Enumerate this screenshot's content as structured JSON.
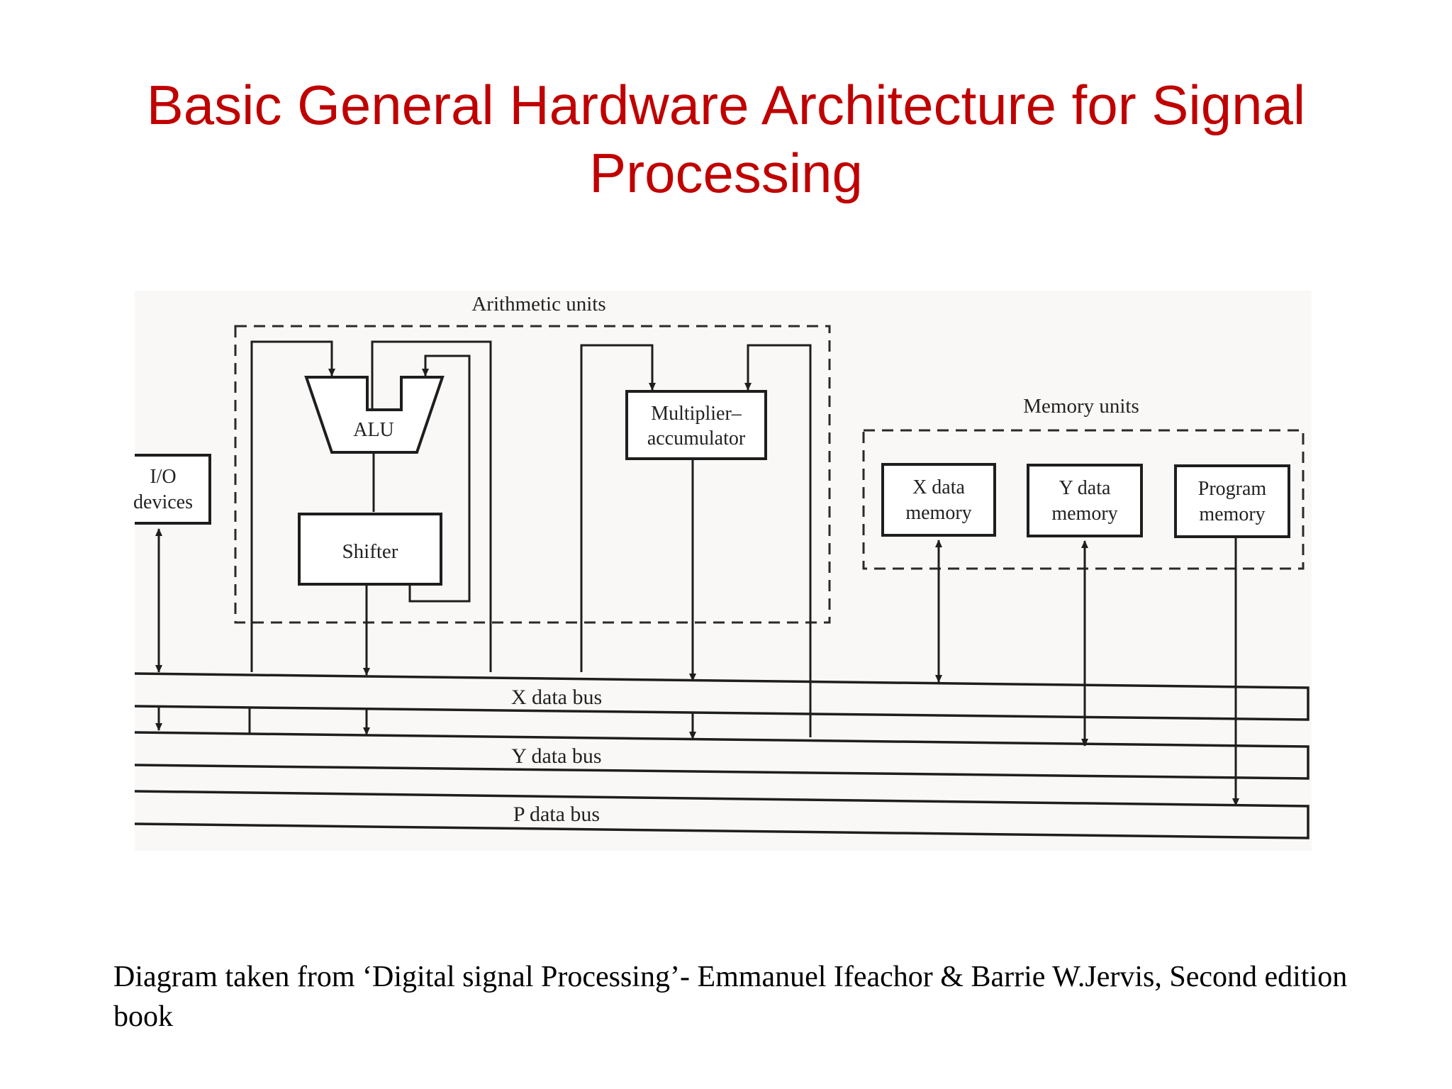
{
  "slide": {
    "title": "Basic General Hardware Architecture for Signal Processing",
    "caption": "Diagram taken from ‘Digital signal Processing’- Emmanuel Ifeachor & Barrie W.Jervis, Second edition book"
  },
  "diagram": {
    "groups": {
      "arithmetic": "Arithmetic units",
      "memory": "Memory units"
    },
    "blocks": {
      "io": [
        "I/O",
        "devices"
      ],
      "alu": "ALU",
      "shifter": "Shifter",
      "mac": [
        "Multiplier–",
        "accumulator"
      ],
      "x_memory": [
        "X data",
        "memory"
      ],
      "y_memory": [
        "Y data",
        "memory"
      ],
      "program_memory": [
        "Program",
        "memory"
      ]
    },
    "buses": {
      "x": "X data bus",
      "y": "Y data bus",
      "p": "P data bus"
    }
  }
}
